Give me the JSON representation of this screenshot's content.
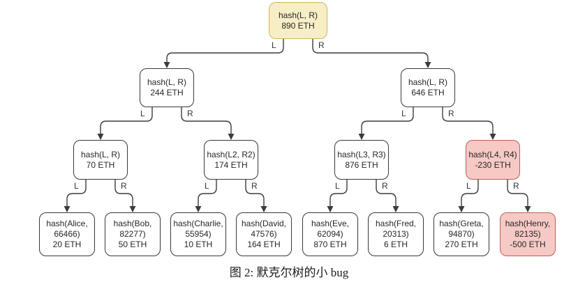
{
  "figure": {
    "caption": "图 2: 默克尔树的小 bug"
  },
  "edge_labels": {
    "left": "L",
    "right": "R"
  },
  "colors": {
    "root_fill": "#f8eec6",
    "root_border": "#d3b65c",
    "negative_fill": "#f6c9c5",
    "negative_border": "#bd5f58",
    "node_fill": "#ffffff",
    "node_border": "#383838",
    "line": "#3b3b3b"
  },
  "tree": {
    "root": {
      "hash": "hash(L, R)",
      "value": "890 ETH",
      "highlight": "root"
    },
    "level2": [
      {
        "hash": "hash(L, R)",
        "value": "244 ETH"
      },
      {
        "hash": "hash(L, R)",
        "value": "646 ETH"
      }
    ],
    "level3": [
      {
        "hash": "hash(L, R)",
        "value": "70 ETH"
      },
      {
        "hash": "hash(L2, R2)",
        "value": "174 ETH"
      },
      {
        "hash": "hash(L3, R3)",
        "value": "876 ETH"
      },
      {
        "hash": "hash(L4, R4)",
        "value": "-230 ETH",
        "highlight": "negative"
      }
    ],
    "leaves": [
      {
        "hash": "hash(Alice, 66466)",
        "value": "20 ETH"
      },
      {
        "hash": "hash(Bob, 82277)",
        "value": "50 ETH"
      },
      {
        "hash": "hash(Charlie, 55954)",
        "value": "10 ETH"
      },
      {
        "hash": "hash(David, 47576)",
        "value": "164 ETH"
      },
      {
        "hash": "hash(Eve, 62094)",
        "value": "870 ETH"
      },
      {
        "hash": "hash(Fred, 20313)",
        "value": "6 ETH"
      },
      {
        "hash": "hash(Greta, 94870)",
        "value": "270 ETH"
      },
      {
        "hash": "hash(Henry, 82135)",
        "value": "-500 ETH",
        "highlight": "negative"
      }
    ]
  }
}
